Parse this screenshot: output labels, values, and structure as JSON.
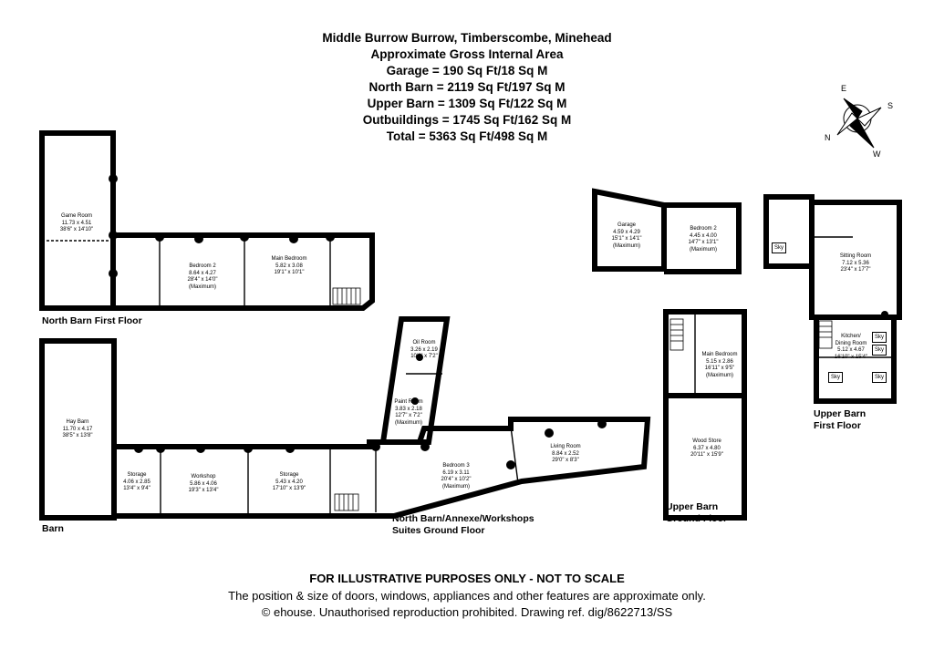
{
  "header": {
    "address": "Middle Burrow Burrow, Timberscombe, Minehead",
    "area_title": "Approximate Gross Internal Area",
    "garage": "Garage = 190 Sq Ft/18 Sq M",
    "north_barn": "North Barn = 2119 Sq Ft/197 Sq M",
    "upper_barn": "Upper Barn = 1309 Sq Ft/122 Sq M",
    "outbuildings": "Outbuildings = 1745 Sq Ft/162 Sq M",
    "total": "Total = 5363 Sq Ft/498 Sq M"
  },
  "compass": {
    "e": "E",
    "s": "S",
    "n": "N",
    "w": "W"
  },
  "sections": {
    "north_barn_first": "North Barn First Floor",
    "barn": "Barn",
    "north_barn_ground_1": "North Barn/Annexe/Workshops",
    "north_barn_ground_2": "Suites Ground Floor",
    "upper_barn_ground_1": "Upper Barn",
    "upper_barn_ground_2": "Ground Floor",
    "upper_barn_first_1": "Upper Barn",
    "upper_barn_first_2": "First Floor"
  },
  "rooms": {
    "game_room": {
      "name": "Game Room",
      "metric": "11.73 x 4.51",
      "imperial": "38'6\" x 14'10\""
    },
    "bedroom2_nb": {
      "name": "Bedroom 2",
      "metric": "8.64 x 4.27",
      "imperial": "28'4\" x 14'0\"",
      "note": "(Maximum)"
    },
    "main_bedroom_nb": {
      "name": "Main Bedroom",
      "metric": "5.82 x 3.08",
      "imperial": "19'1\" x 10'1\""
    },
    "hay_barn": {
      "name": "Hay Barn",
      "metric": "11.70 x 4.17",
      "imperial": "38'5\" x 13'8\""
    },
    "storage1": {
      "name": "Storage",
      "metric": "4.06 x 2.85",
      "imperial": "13'4\" x 9'4\""
    },
    "workshop": {
      "name": "Workshop",
      "metric": "5.86 x 4.06",
      "imperial": "19'3\" x 13'4\""
    },
    "storage2": {
      "name": "Storage",
      "metric": "5.43 x 4.20",
      "imperial": "17'10\" x 13'9\""
    },
    "bedroom3": {
      "name": "Bedroom 3",
      "metric": "6.19 x 3.11",
      "imperial": "20'4\" x 10'2\"",
      "note": "(Maximum)"
    },
    "living_room": {
      "name": "Living Room",
      "metric": "8.84 x 2.52",
      "imperial": "29'0\" x 8'3\""
    },
    "oil_room": {
      "name": "Oil Room",
      "metric": "3.26 x 2.19",
      "imperial": "10'8\" x 7'2\""
    },
    "paint_room": {
      "name": "Paint Room",
      "metric": "3.83 x 2.18",
      "imperial": "12'7\" x 7'2\"",
      "note": "(Maximum)"
    },
    "garage": {
      "name": "Garage",
      "metric": "4.59 x 4.29",
      "imperial": "15'1\" x 14'1\"",
      "note": "(Maximum)"
    },
    "bedroom2_ub": {
      "name": "Bedroom 2",
      "metric": "4.45 x 4.00",
      "imperial": "14'7\" x 13'1\"",
      "note": "(Maximum)"
    },
    "main_bedroom_ub": {
      "name": "Main Bedroom",
      "metric": "5.15 x 2.86",
      "imperial": "16'11\" x 9'5\"",
      "note": "(Maximum)"
    },
    "wood_store": {
      "name": "Wood Store",
      "metric": "6.37 x 4.80",
      "imperial": "20'11\" x 15'9\""
    },
    "sitting_room": {
      "name": "Sitting Room",
      "metric": "7.12 x 5.36",
      "imperial": "23'4\" x 17'7\""
    },
    "kitchen": {
      "name": "Kitchen/",
      "name2": "Dining Room",
      "metric": "5.12 x 4.67",
      "imperial": "16'10\" x 15'4\""
    }
  },
  "skylight_label": "Sky",
  "footer": {
    "disclaimer": "FOR ILLUSTRATIVE PURPOSES ONLY - NOT TO SCALE",
    "note": "The position & size of doors, windows, appliances and other features are approximate only.",
    "copyright": "© ehouse. Unauthorised reproduction prohibited. Drawing ref. dig/8622713/SS"
  }
}
